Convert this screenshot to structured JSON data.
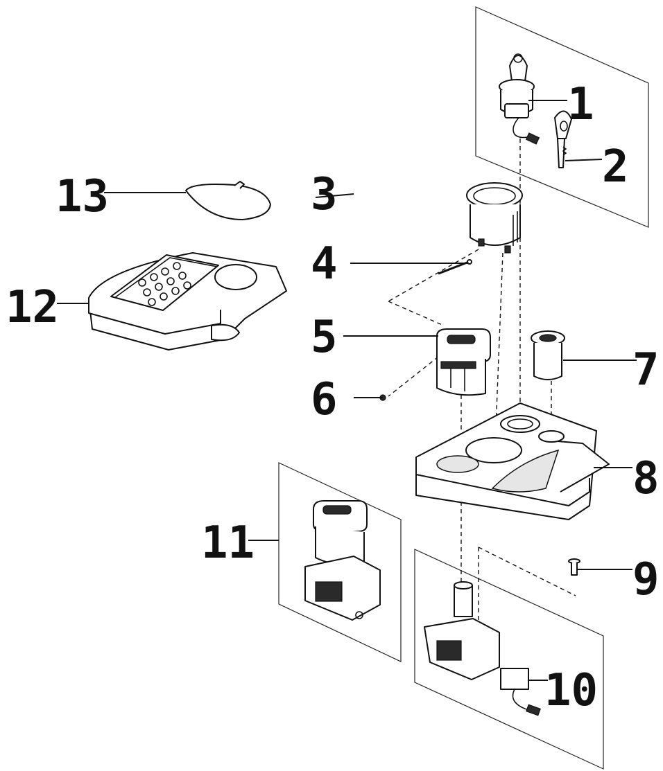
{
  "callouts": [
    {
      "id": "1",
      "label": "1"
    },
    {
      "id": "2",
      "label": "2"
    },
    {
      "id": "3",
      "label": "3"
    },
    {
      "id": "4",
      "label": "4"
    },
    {
      "id": "5",
      "label": "5"
    },
    {
      "id": "6",
      "label": "6"
    },
    {
      "id": "7",
      "label": "7"
    },
    {
      "id": "8",
      "label": "8"
    },
    {
      "id": "9",
      "label": "9"
    },
    {
      "id": "10",
      "label": "10"
    },
    {
      "id": "11",
      "label": "11"
    },
    {
      "id": "12",
      "label": "12"
    },
    {
      "id": "13",
      "label": "13"
    }
  ],
  "colors": {
    "ink": "#111111",
    "paper": "#ffffff",
    "panel_outline": "#222222"
  }
}
